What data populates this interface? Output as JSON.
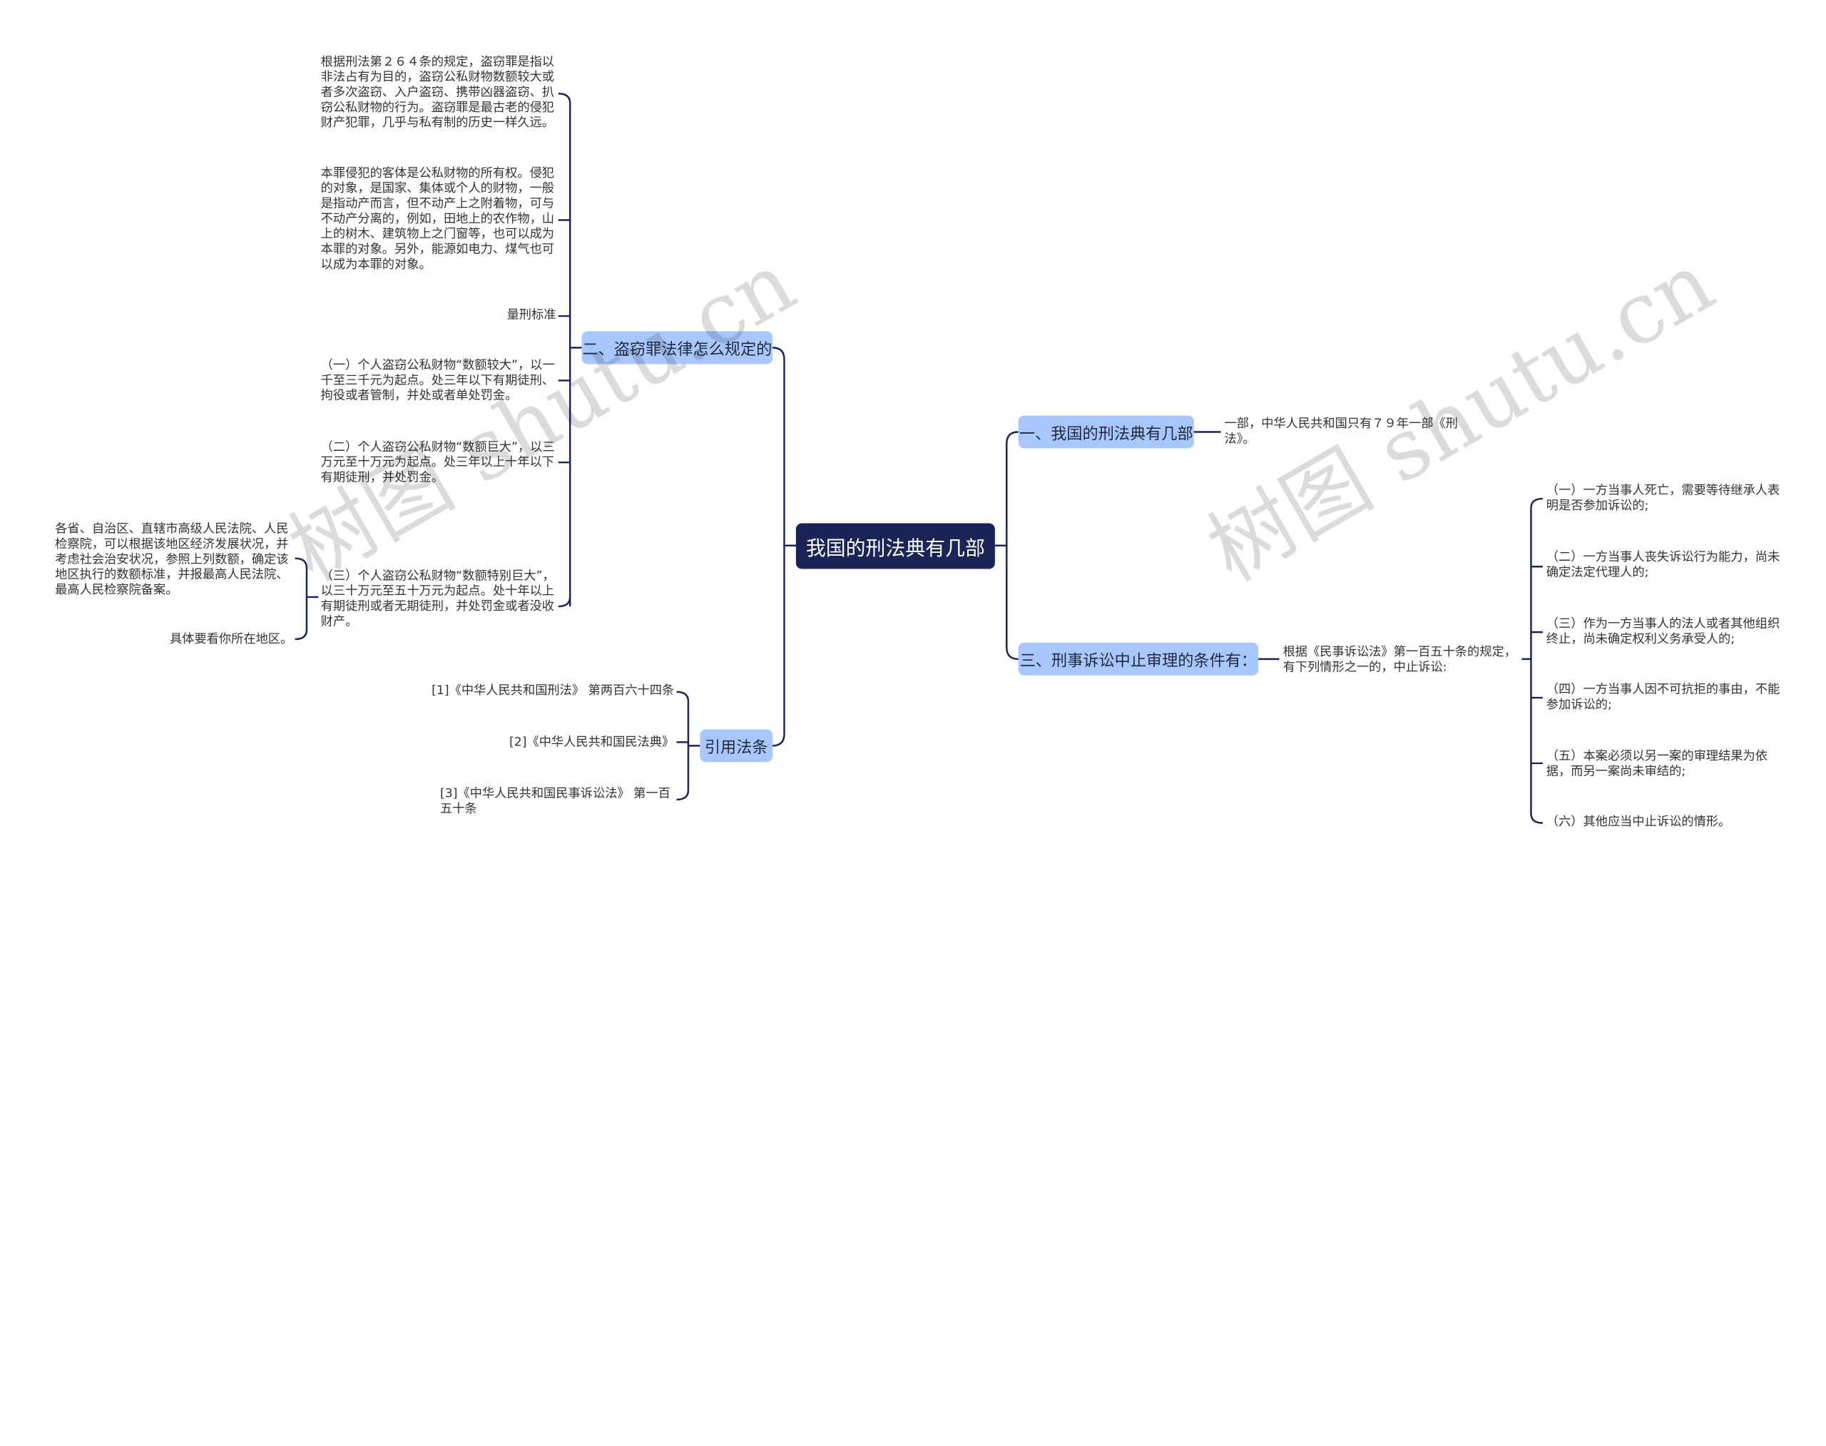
{
  "root": {
    "label": "我国的刑法典有几部"
  },
  "branches": {
    "b1": {
      "label": "一、我国的刑法典有几部"
    },
    "b2": {
      "label": "二、盗窃罪法律怎么规定的"
    },
    "b3": {
      "label": "三、刑事诉讼中止审理的条件有："
    },
    "b4": {
      "label": "引用法条"
    }
  },
  "b1_children": {
    "l1": "一部，中华人民共和国只有７９年一部《刑法》。"
  },
  "b2_children": {
    "l1": "根据刑法第２６４条的规定，盗窃罪是指以非法占有为目的，盗窃公私财物数额较大或者多次盗窃、入户盗窃、携带凶器盗窃、扒窃公私财物的行为。盗窃罪是最古老的侵犯财产犯罪，几乎与私有制的历史一样久远。",
    "l2": "本罪侵犯的客体是公私财物的所有权。侵犯的对象，是国家、集体或个人的财物，一般是指动产而言，但不动产上之附着物，可与不动产分离的，例如，田地上的农作物，山上的树木、建筑物上之门窗等，也可以成为本罪的对象。另外，能源如电力、煤气也可以成为本罪的对象。",
    "l3": "量刑标准",
    "l4": "（一）个人盗窃公私财物“数额较大”，以一千至三千元为起点。处三年以下有期徒刑、拘役或者管制，并处或者单处罚金。",
    "l5": "（二）个人盗窃公私财物“数额巨大”，以三万元至十万元为起点。处三年以上十年以下有期徒刑，并处罚金。",
    "l6": "（三）个人盗窃公私财物“数额特别巨大”，以三十万元至五十万元为起点。处十年以上有期徒刑或者无期徒刑，并处罚金或者没收财产。",
    "l6a": "各省、自治区、直辖市高级人民法院、人民检察院，可以根据该地区经济发展状况，并考虑社会治安状况，参照上列数额，确定该地区执行的数额标准，并报最高人民法院、最高人民检察院备案。",
    "l6b": "具体要看你所在地区。"
  },
  "b3_children": {
    "mid": "根据《民事诉讼法》第一百五十条的规定，有下列情形之一的，中止诉讼:",
    "items": [
      "（一）一方当事人死亡，需要等待继承人表明是否参加诉讼的;",
      "（二）一方当事人丧失诉讼行为能力，尚未确定法定代理人的;",
      "（三）作为一方当事人的法人或者其他组织终止，尚未确定权利义务承受人的;",
      "（四）一方当事人因不可抗拒的事由，不能参加诉讼的;",
      "（五）本案必须以另一案的审理结果为依据，而另一案尚未审结的;",
      "（六）其他应当中止诉讼的情形。"
    ]
  },
  "b4_children": {
    "items": [
      "[1]《中华人民共和国刑法》 第两百六十四条",
      "[2]《中华人民共和国民法典》",
      "[3]《中华人民共和国民事诉讼法》 第一百五十条"
    ]
  },
  "watermark": {
    "text": "树图 shutu.cn"
  },
  "colors": {
    "root_bg": "#1b2456",
    "branch_bg": "#a9c7ff",
    "line": "#1b2456"
  }
}
